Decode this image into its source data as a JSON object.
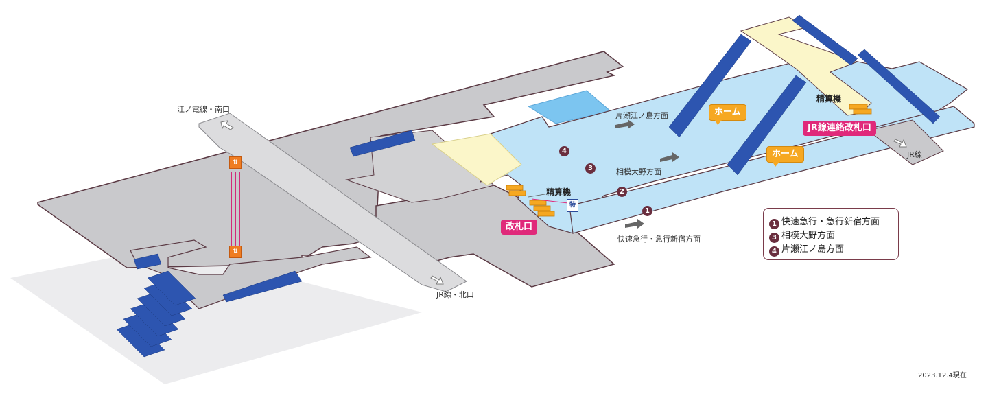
{
  "labels": {
    "enoden_south_exit": "江ノ電線・南口",
    "jr_north_exit": "JR線・北口",
    "jr_line": "JR線",
    "fare_adjust_1": "精算機",
    "fare_adjust_2": "精算機",
    "dir_katase": "片瀬江ノ島方面",
    "dir_sagami": "相模大野方面",
    "dir_rapid": "快速急行・急行新宿方面"
  },
  "tags": {
    "gate": "改札口",
    "home_1": "ホーム",
    "home_2": "ホーム",
    "jr_transfer_gate": "JR線連絡改札口"
  },
  "platform_numbers": {
    "p1": "1",
    "p2": "2",
    "p3": "3",
    "p4": "4"
  },
  "icons": {
    "elevator": "elevator-icon",
    "ticket": "limited-express-ticket-icon",
    "ticket_text": "特"
  },
  "legend": {
    "items": [
      {
        "num": "1",
        "text": "快速急行・急行新宿方面"
      },
      {
        "num": "3",
        "text": "相模大野方面"
      },
      {
        "num": "4",
        "text": "片瀬江ノ島方面"
      }
    ]
  },
  "date": "2023.12.4現在",
  "colors": {
    "concourse": "#c9c9cc",
    "corridor": "#d9d9db",
    "platform": "#bfe3f7",
    "paid_area": "#fbf6c9",
    "stairs": "#2d55b0",
    "gate_pink": "#e0297a",
    "home_orange": "#f6a822"
  }
}
